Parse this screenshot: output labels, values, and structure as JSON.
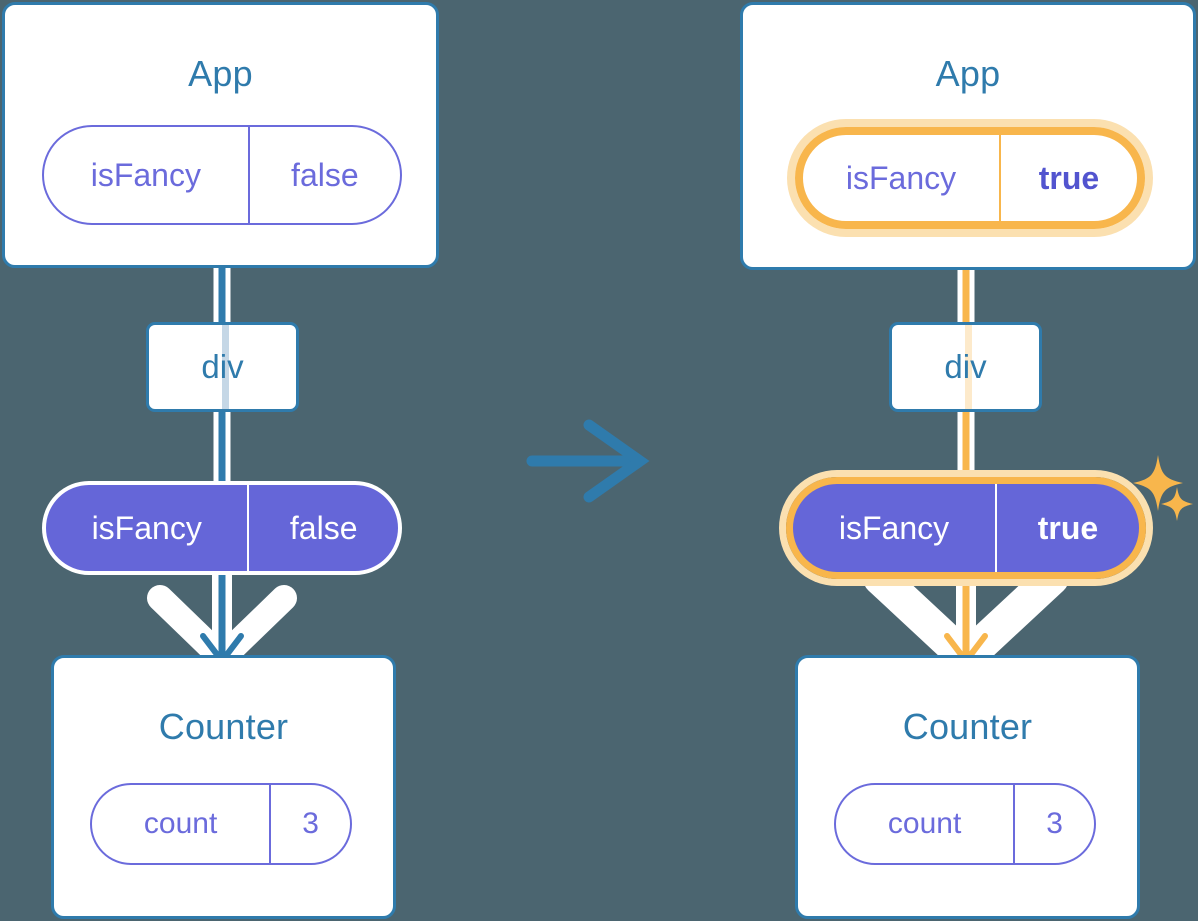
{
  "meta": {
    "background_color": "#4b6570",
    "accent_blue": "#2f7bac",
    "accent_purple": "#6566d8",
    "accent_purple_text": "#6b6bdc",
    "accent_amber": "#f8b64c",
    "accent_amber_glow": "#fbe0b0",
    "white": "#ffffff"
  },
  "panels": [
    {
      "id": "before",
      "app_card": {
        "title": "App"
      },
      "app_pill": {
        "key": "isFancy",
        "value": "false",
        "style": "outline",
        "highlighted": false
      },
      "div_box": {
        "label": "div"
      },
      "prop_pill": {
        "key": "isFancy",
        "value": "false",
        "style": "filled",
        "highlighted": false
      },
      "counter_card": {
        "title": "Counter"
      },
      "counter_pill": {
        "key": "count",
        "value": "3",
        "style": "outline",
        "highlighted": false
      },
      "flow_color": "#2f7bac",
      "flow_color_faded": "#c5d7e6",
      "sparkles_visible": false
    },
    {
      "id": "after",
      "app_card": {
        "title": "App"
      },
      "app_pill": {
        "key": "isFancy",
        "value": "true",
        "style": "outline",
        "highlighted": true
      },
      "div_box": {
        "label": "div"
      },
      "prop_pill": {
        "key": "isFancy",
        "value": "true",
        "style": "filled",
        "highlighted": true
      },
      "counter_card": {
        "title": "Counter"
      },
      "counter_pill": {
        "key": "count",
        "value": "3",
        "style": "outline",
        "highlighted": false
      },
      "flow_color": "#f8b64c",
      "flow_color_faded": "#fdeacb",
      "sparkles_visible": true
    }
  ],
  "transition_arrow": {
    "direction": "right",
    "color": "#2f7bac",
    "label": ""
  },
  "sparkle_groups": [
    {
      "for": "app-pill",
      "icon": "sparkle-icon",
      "count": 2
    },
    {
      "for": "prop-pill",
      "icon": "sparkle-icon",
      "count": 2
    }
  ]
}
